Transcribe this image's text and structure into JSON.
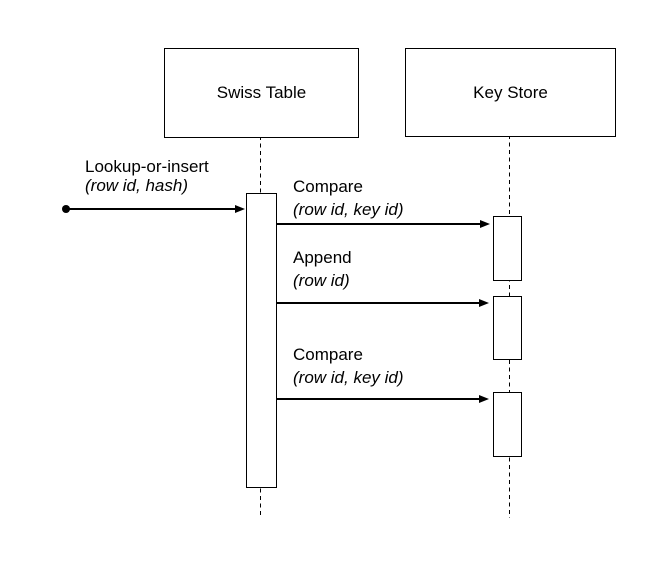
{
  "diagram": {
    "type": "uml-sequence",
    "participants": [
      {
        "name": "Swiss Table"
      },
      {
        "name": "Key Store"
      }
    ],
    "messages": [
      {
        "label": "Lookup-or-insert",
        "args": "(row id, hash)",
        "from": "start-dot",
        "to": "Swiss Table"
      },
      {
        "label": "Compare",
        "args": "(row id, key id)",
        "from": "Swiss Table",
        "to": "Key Store"
      },
      {
        "label": "Append",
        "args": "(row id)",
        "from": "Swiss Table",
        "to": "Key Store"
      },
      {
        "label": "Compare",
        "args": "(row id, key id)",
        "from": "Swiss Table",
        "to": "Key Store"
      }
    ],
    "icons": {
      "start_marker": "filled-circle",
      "arrowhead": "filled-triangle-right"
    },
    "colors": {
      "line": "#000000",
      "text": "#000000",
      "background": "#ffffff"
    }
  }
}
